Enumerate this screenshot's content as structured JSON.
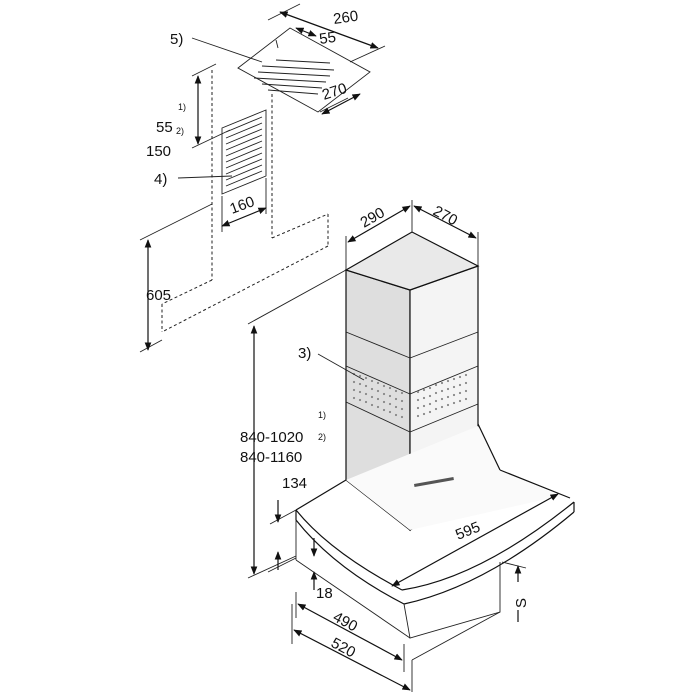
{
  "callouts": {
    "plate": "5)",
    "grille": "4)",
    "vents": "3)"
  },
  "dimensions": {
    "plate_depth": "260",
    "plate_offset": "55",
    "plate_width": "270",
    "bracket_height_1": "55",
    "bracket_height_2": "150",
    "grille_width": "160",
    "bracket_lower_height": "605",
    "chimney_depth": "290",
    "chimney_width": "270",
    "chimney_height_1": "840-1020",
    "chimney_height_2": "840-1160",
    "canopy_offset": "134",
    "hood_width": "595",
    "hood_thickness": "18",
    "hood_depth_1": "490",
    "hood_depth_2": "520",
    "s_label": "S"
  },
  "footnotes": {
    "one": "1)",
    "two": "2)"
  },
  "colors": {
    "line": "#111111",
    "background": "#ffffff"
  }
}
